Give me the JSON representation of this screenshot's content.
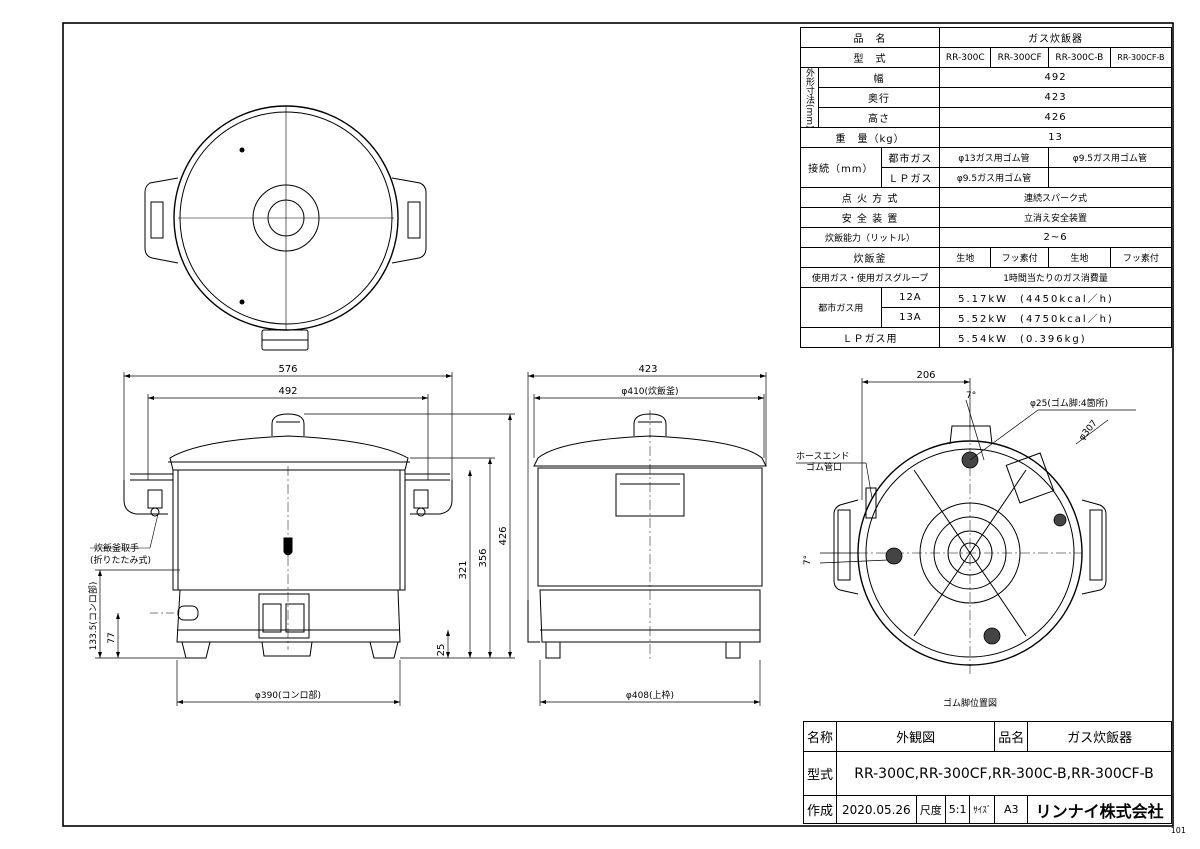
{
  "spec": {
    "product_name_label": "品　名",
    "product_name_value": "ガス炊飯器",
    "model_label": "型　式",
    "models": [
      "RR-300C",
      "RR-300CF",
      "RR-300C-B",
      "RR-300CF-B"
    ],
    "dims_label": "外形寸法(mm)",
    "width_label": "幅",
    "width_value": "492",
    "depth_label": "奥行",
    "depth_value": "423",
    "height_label": "高さ",
    "height_value": "426",
    "weight_label": "重　量（kg）",
    "weight_value": "13",
    "connection_label": "接続（mm）",
    "city_gas_label": "都市ガス",
    "city_gas_a": "φ13ガス用ゴム管",
    "city_gas_b": "φ9.5ガス用ゴム管",
    "lp_gas_label": "ＬＰガス",
    "lp_gas_value": "φ9.5ガス用ゴム管",
    "ignition_label": "点 火 方 式",
    "ignition_value": "連続スパーク式",
    "safety_label": "安 全 装 置",
    "safety_value": "立消え安全装置",
    "capacity_label": "炊飯能力（リットル）",
    "capacity_value": "2~6",
    "pot_label": "炊飯釜",
    "pot_values": [
      "生地",
      "フッ素付",
      "生地",
      "フッ素付"
    ],
    "gas_group_label": "使用ガス・使用ガスグループ",
    "gas_group_value": "1時間当たりのガス消費量",
    "city_gas_use_label": "都市ガス用",
    "group_12a": "12A",
    "group_13a": "13A",
    "consumption_12a": "5.17kW　(4450kcal／h)",
    "consumption_13a": "5.52kW　(4750kcal／h)",
    "lp_gas_use_label": "ＬＰガス用",
    "consumption_lp": "5.54kW　(0.396kg)"
  },
  "front": {
    "dim_576": "576",
    "dim_492": "492",
    "dim_426": "426",
    "dim_356": "356",
    "dim_321": "321",
    "dim_25": "25",
    "dim_1335": "133.5(コンロ部)",
    "dim_77": "77",
    "dim_390": "φ390(コンロ部)",
    "handle_label_1": "炊飯釜取手",
    "handle_label_2": "(折りたたみ式)"
  },
  "side": {
    "dim_423": "423",
    "dim_410": "φ410(炊飯釜)",
    "dim_408": "φ408(上枠)"
  },
  "bottom": {
    "dim_206": "206",
    "angle_top": "7°",
    "angle_side": "7°",
    "rubber_feet": "φ25(ゴム脚:4箇所)",
    "dim_307": "φ307",
    "hose_label_1": "ホースエンド",
    "hose_label_2": "ゴム管口",
    "caption": "ゴム脚位置図"
  },
  "titleblock": {
    "name_label": "名称",
    "name_value": "外観図",
    "product_label": "品名",
    "product_value": "ガス炊飯器",
    "model_label": "型式",
    "model_value": "RR-300C,RR-300CF,RR-300C-B,RR-300CF-B",
    "created_label": "作成",
    "date": "2020.05.26",
    "scale_label": "尺度",
    "scale_value": "5:1",
    "size_label": "ｻｲｽﾞ",
    "size_value": "A3",
    "company": "リンナイ株式会社"
  },
  "sheet_number": "101"
}
